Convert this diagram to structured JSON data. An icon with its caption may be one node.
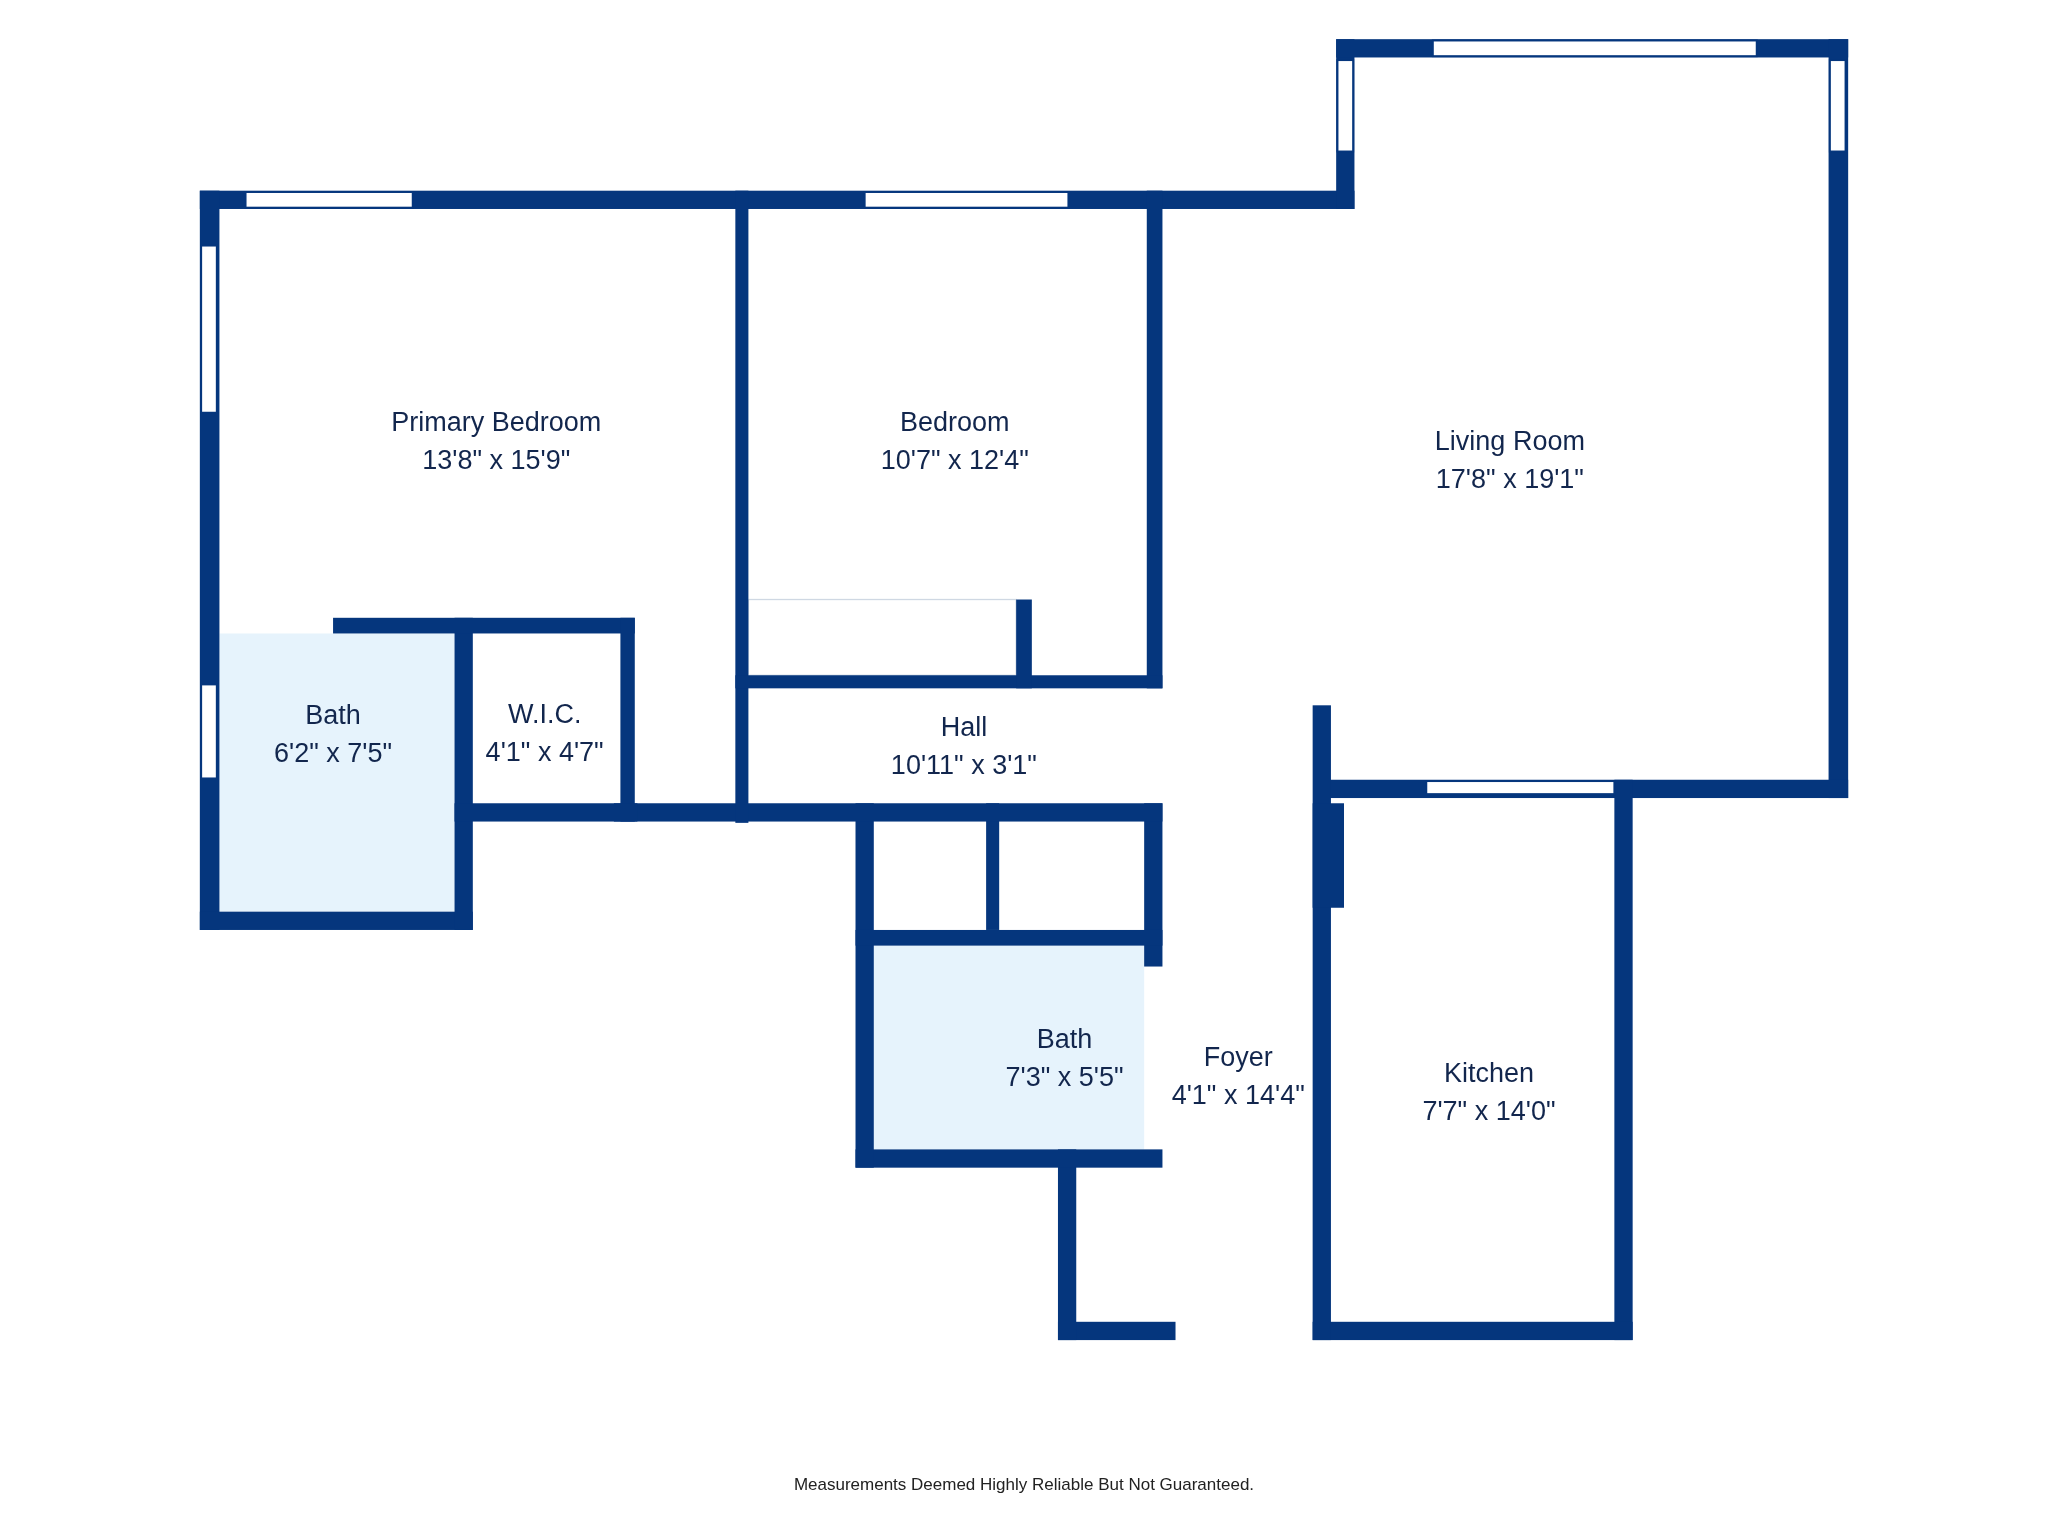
{
  "diagram": {
    "caption": "Measurements Deemed Highly Reliable But Not Guaranteed.",
    "nodes": [
      {
        "text": [
          "Primary Bedroom",
          "13'8\" x 15'9\""
        ]
      },
      {
        "text": [
          "Bedroom",
          "10'7\" x 12'4\""
        ]
      },
      {
        "text": [
          "Living Room",
          "17'8\" x 19'1\""
        ]
      },
      {
        "text": [
          "Bath",
          "6'2\" x 7'5\""
        ]
      },
      {
        "text": [
          "W.I.C.",
          "4'1\" x 4'7\""
        ]
      },
      {
        "text": [
          "Hall",
          "10'11\" x 3'1\""
        ]
      },
      {
        "text": [
          "Bath",
          "7'3\" x 5'5\""
        ]
      },
      {
        "text": [
          "Foyer",
          "4'1\" x 14'4\""
        ]
      },
      {
        "text": [
          "Kitchen",
          "7'7\" x 14'0\""
        ]
      }
    ]
  }
}
